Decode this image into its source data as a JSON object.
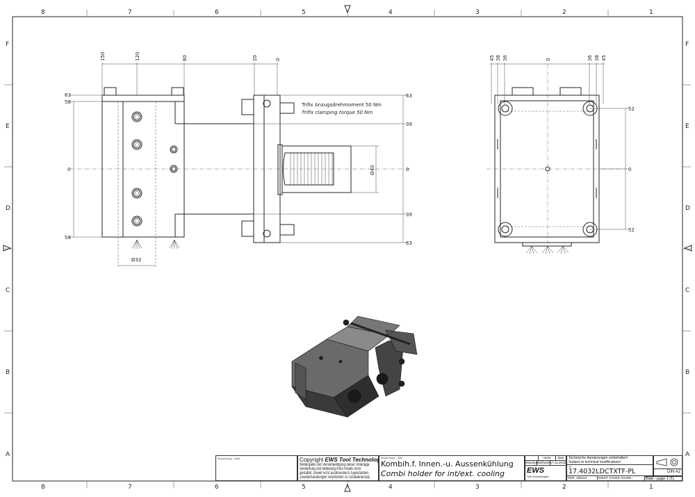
{
  "frame": {
    "columns": [
      "8",
      "7",
      "6",
      "5",
      "4",
      "3",
      "2",
      "1"
    ],
    "rows": [
      "F",
      "E",
      "D",
      "C",
      "B",
      "A"
    ]
  },
  "front_view": {
    "top_dims": [
      "150",
      "120",
      "80",
      "20",
      "0"
    ],
    "left_dims": [
      "63",
      "58",
      "0",
      "58"
    ],
    "right_dims": [
      "63",
      "39",
      "0",
      "39",
      "63"
    ],
    "shank_diameter": "Ø40",
    "bore_diameter": "Ø32",
    "note_de": "Trifix Anzugsdrehmoment  50 Nm",
    "note_en": "Trifix clamping torque  50 Nm"
  },
  "side_view": {
    "top_dims_left": [
      "45",
      "38",
      "36"
    ],
    "top_dims_center": "0",
    "top_dims_right": [
      "36",
      "38",
      "45"
    ],
    "right_dims": [
      "52",
      "0",
      "52"
    ]
  },
  "title_block": {
    "remark_label": "Bemerkung - Note",
    "copyright_title_prefix": "Copyright",
    "copyright_brand": "EWS Tool Technologies",
    "copyright_lines": [
      "Weitergabe und Vervielfaeltigung dieser Unterlage,",
      "Verwertung und Mitteilung ihres Inhalts nicht",
      "gestattet, soweit nicht ausdruecklich zugestanden.",
      "Zuwiderhandlungen verpflichten zu Schadenersatz."
    ],
    "title_label": "Benennung - Title",
    "title_de": "Kombih.f. Innen.-u. Aussenkühlung",
    "title_en": "Combi holder for int/ext. cooling",
    "name_header": "name",
    "date_header": "date",
    "drawing_label": "drawing",
    "drawing_name": "Blufhardt",
    "drawing_date": "17.11.2015",
    "logo_text": "EWS",
    "logo_sub": "Tool Technologies",
    "change_note_de": "Technische Aenderungen vorbehalten!",
    "change_note_en": "Subject to technical modifications!",
    "part_no_label": "Nr",
    "part_number": "17.4032LDCTXTF-PL",
    "format": "DIN A2",
    "pnr": "PNR: 186313",
    "ident": "IDENT: D-EWS-710496 -",
    "sheet": "Blatt - page  1 (1)"
  }
}
